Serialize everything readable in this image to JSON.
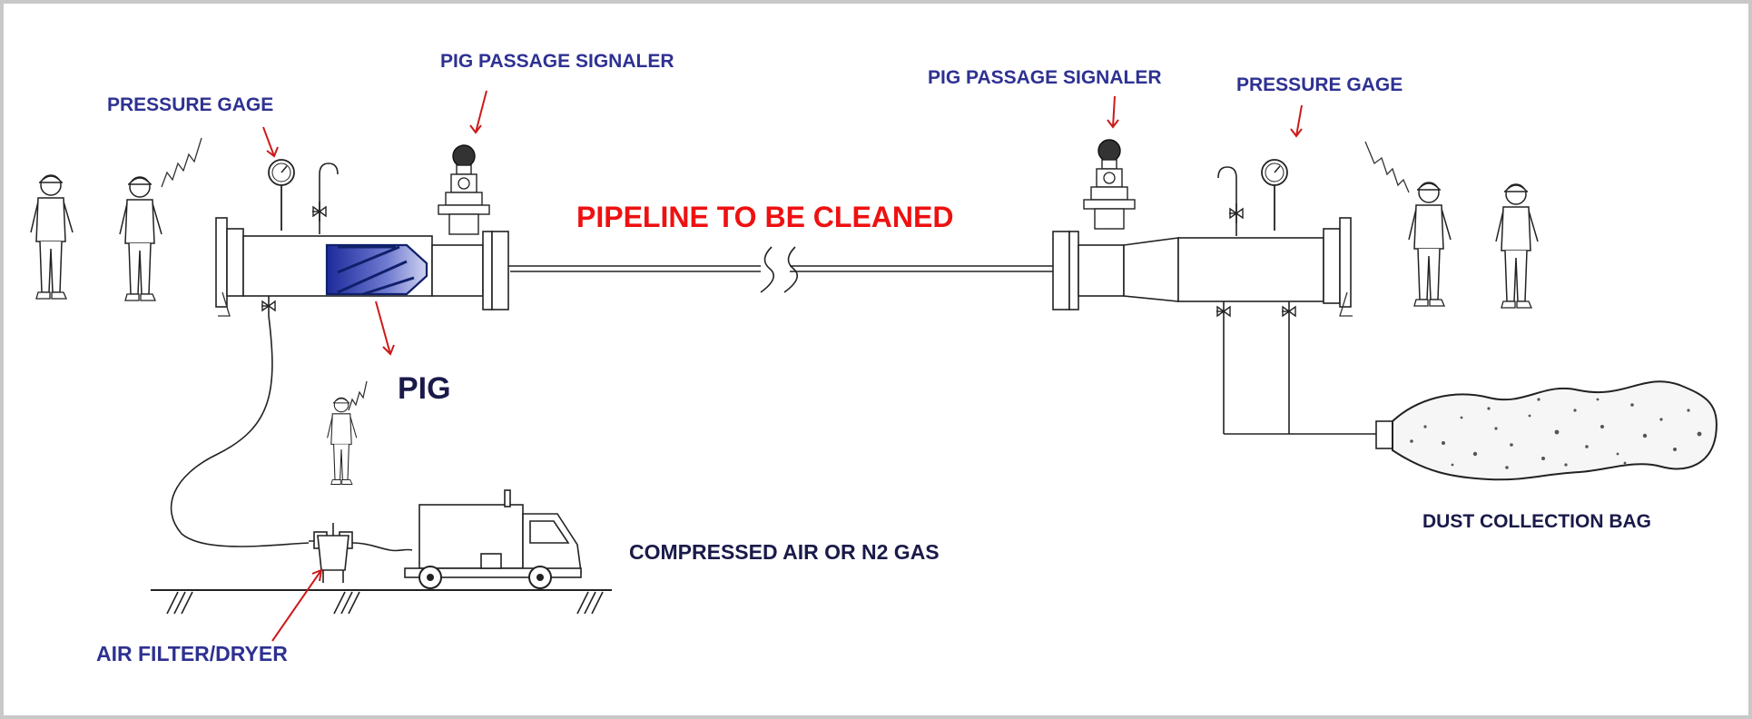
{
  "title": "PIPELINE TO BE CLEANED",
  "labels": {
    "pressure_gage_left": "PRESSURE GAGE",
    "pig_signaler_left": "PIG PASSAGE SIGNALER",
    "pig_signaler_right": "PIG PASSAGE SIGNALER",
    "pressure_gage_right": "PRESSURE GAGE",
    "pig": "PIG",
    "compressed_air": "COMPRESSED AIR OR N2 GAS",
    "dust_bag": "DUST COLLECTION BAG",
    "air_filter": "AIR FILTER/DRYER"
  },
  "colors": {
    "label_blue": "#2e3192",
    "label_navy": "#1a1a4a",
    "title_red": "#ee1111",
    "arrow_red": "#cc1a1a",
    "pig_blue": "#1d2a9b",
    "frame": "#c8c8c8"
  }
}
